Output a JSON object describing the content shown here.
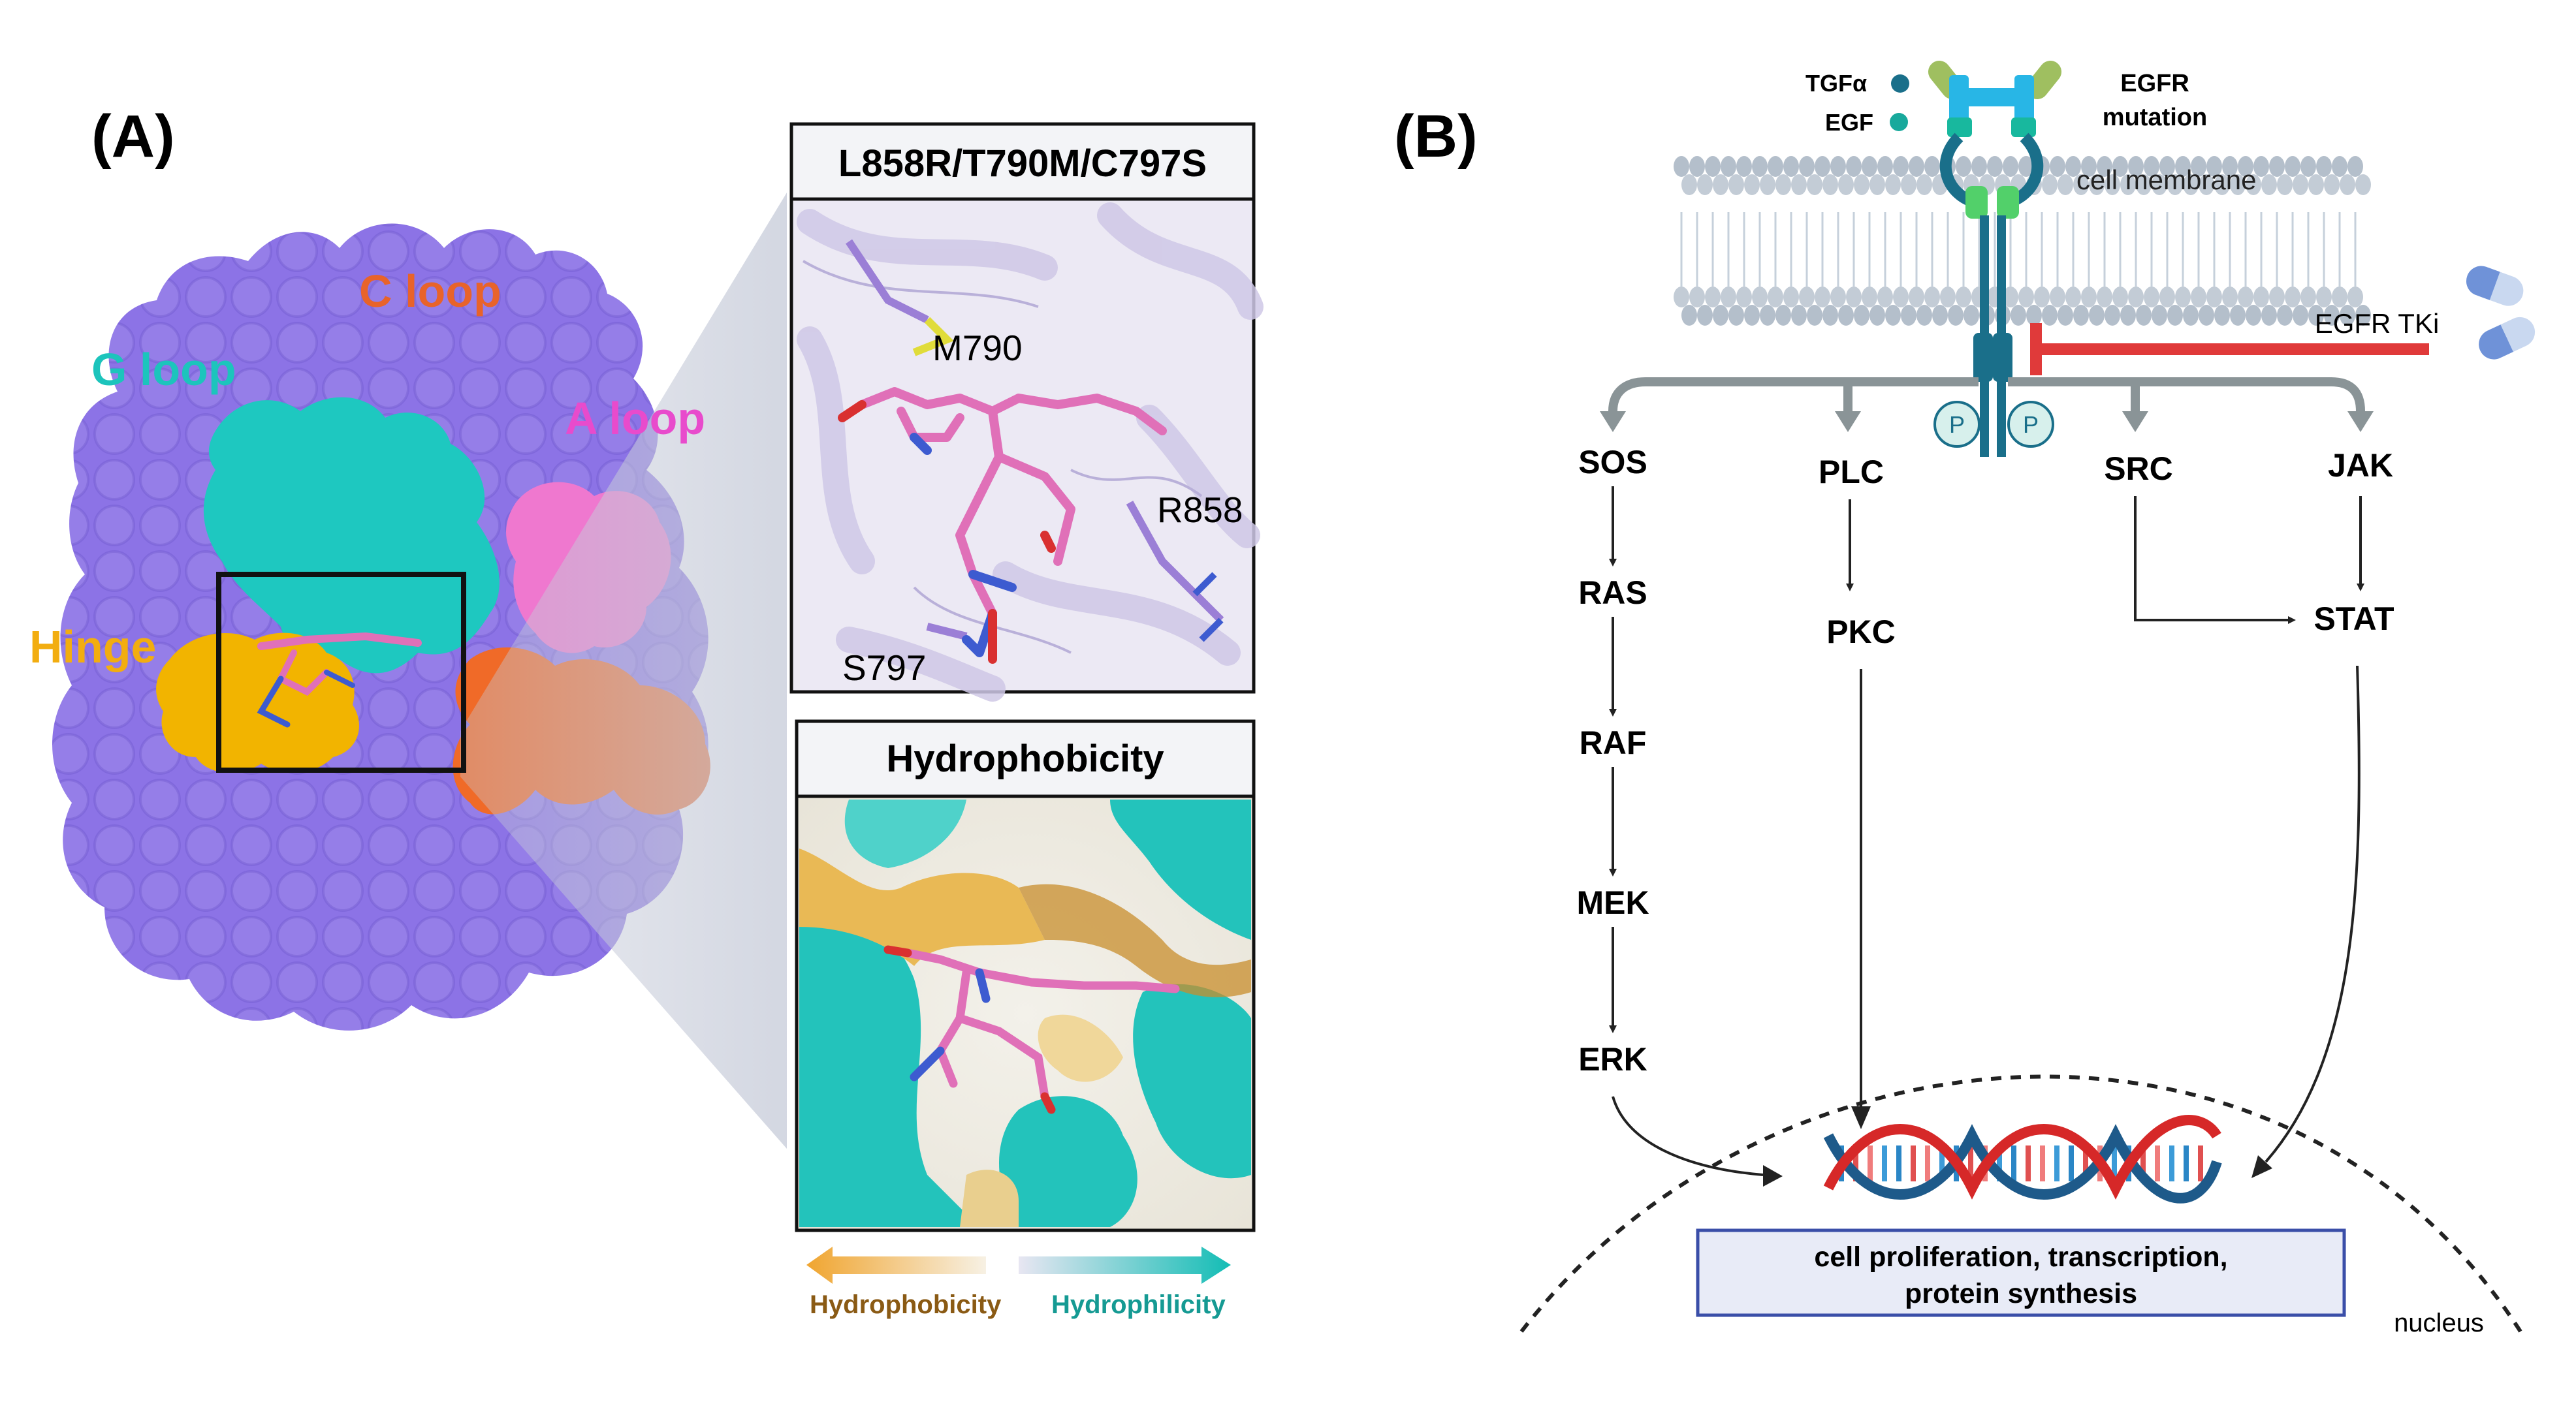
{
  "panel_a": {
    "label": "(A)",
    "loops": {
      "c_loop": "C loop",
      "g_loop": "G loop",
      "a_loop": "A loop",
      "hinge": "Hinge"
    },
    "mutant_box": {
      "title": "L858R/T790M/C797S",
      "residues": {
        "m790": "M790",
        "r858": "R858",
        "s797": "S797"
      }
    },
    "hydro_box": {
      "title": "Hydrophobicity"
    },
    "legend": {
      "left": "Hydrophobicity",
      "right": "Hydrophilicity"
    }
  },
  "panel_b": {
    "label": "(B)",
    "ligands": {
      "tgfa": "TGFα",
      "egf": "EGF"
    },
    "egfr_mutation": "EGFR\nmutation",
    "egfr_mutation_l1": "EGFR",
    "egfr_mutation_l2": "mutation",
    "membrane": "cell membrane",
    "tki": "EGFR TKi",
    "phospho": "P",
    "pathways": {
      "sos": "SOS",
      "ras": "RAS",
      "raf": "RAF",
      "mek": "MEK",
      "erk": "ERK",
      "plc": "PLC",
      "pkc": "PKC",
      "src": "SRC",
      "jak": "JAK",
      "stat": "STAT"
    },
    "outcome_l1": "cell proliferation, transcription,",
    "outcome_l2": "protein synthesis",
    "nucleus": "nucleus"
  },
  "colors": {
    "protein": "#8c73e6",
    "g_loop": "#1ec8c0",
    "c_loop": "#f06a28",
    "a_loop": "#f05ad2",
    "hinge": "#f2b400",
    "ligand": "#e070b8",
    "inhibit": "#e03a3a",
    "arrow_gray": "#8a9497",
    "membrane": "#b8c4d0",
    "receptor": "#1a6f8a",
    "outcome_box": "#e8ebf7"
  }
}
